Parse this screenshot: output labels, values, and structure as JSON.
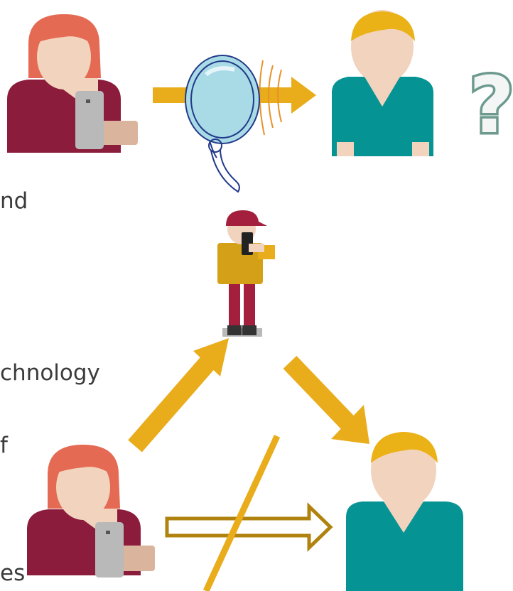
{
  "text_fragments": [
    "nd",
    "chnology",
    "f",
    "es"
  ],
  "question_mark": "?",
  "colors": {
    "arrow": "#e9ac1b",
    "arrow_outline": "#b0820e",
    "skin": "#f2d3bd",
    "red_hair": "#e56a54",
    "blonde_hair": "#eab217",
    "maroon_shirt": "#8b1c3c",
    "teal_shirt": "#069394",
    "phone": "#b9b9b9",
    "lens": "#a8dbe6",
    "question_mark": "#6d9a8e",
    "text": "#3b3b3b"
  },
  "icons": [
    "magnifying-glass-icon",
    "smartphone-icon",
    "not-equal-slash-icon"
  ]
}
